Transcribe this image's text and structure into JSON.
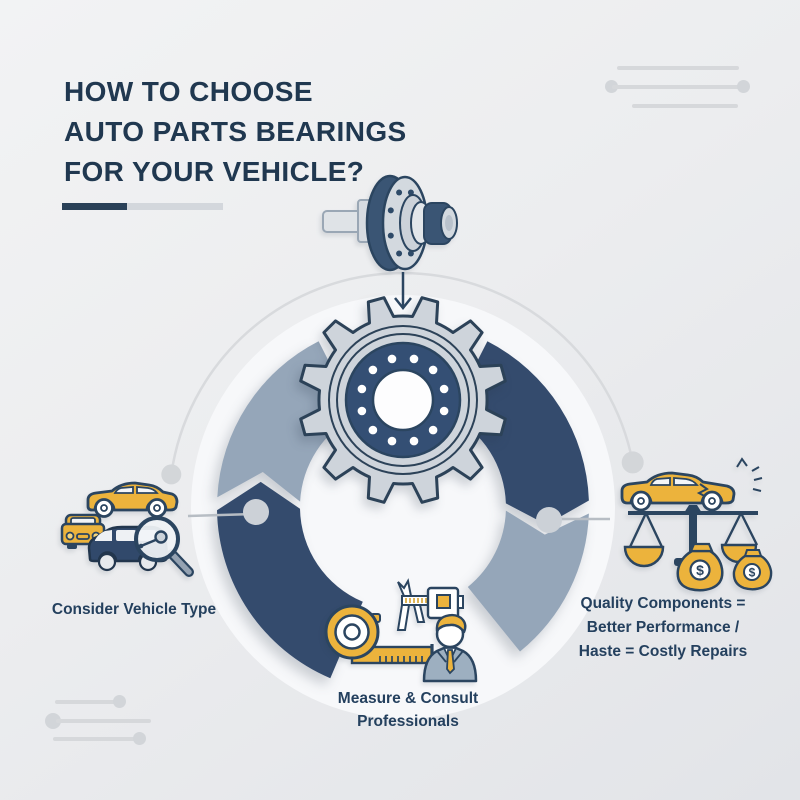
{
  "title": {
    "lines": [
      "HOW TO CHOOSE",
      "AUTO PARTS BEARINGS",
      "FOR YOUR VEHICLE?"
    ]
  },
  "center_graphics": {
    "hub_icon": "wheel-hub-bearing-icon",
    "arrow_icon": "arrow-down-icon",
    "gear_icon": "gear-bearing-icon"
  },
  "steps": [
    {
      "id": "consider-vehicle-type",
      "lines": [
        "Consider Vehicle Type"
      ],
      "icons": [
        "sedan-car-icon",
        "compact-car-icon",
        "minivan-icon",
        "magnifier-icon"
      ]
    },
    {
      "id": "measure-consult-professionals",
      "lines": [
        "Measure & Consult",
        "Professionals"
      ],
      "icons": [
        "tape-measure-icon",
        "caliper-icon",
        "professional-person-icon"
      ]
    },
    {
      "id": "quality-vs-haste",
      "lines": [
        "Quality Components =",
        "Better Performance /",
        "Haste = Costly Repairs"
      ],
      "icons": [
        "damaged-car-icon",
        "balance-scale-icon",
        "money-bags-icon"
      ]
    }
  ],
  "money": {
    "symbol": "$"
  },
  "colors": {
    "navy_outline": "#2b4560",
    "title_text": "#203850",
    "label_text": "#24405e",
    "ring_dark": "#344b6d",
    "ring_light": "#95a6b9",
    "gear_fill": "#ced4db",
    "bearing_ring": "#344f74",
    "accent_yellow": "#ecb33c",
    "decor_gray": "#d6d8db",
    "background": "#ecedef"
  }
}
